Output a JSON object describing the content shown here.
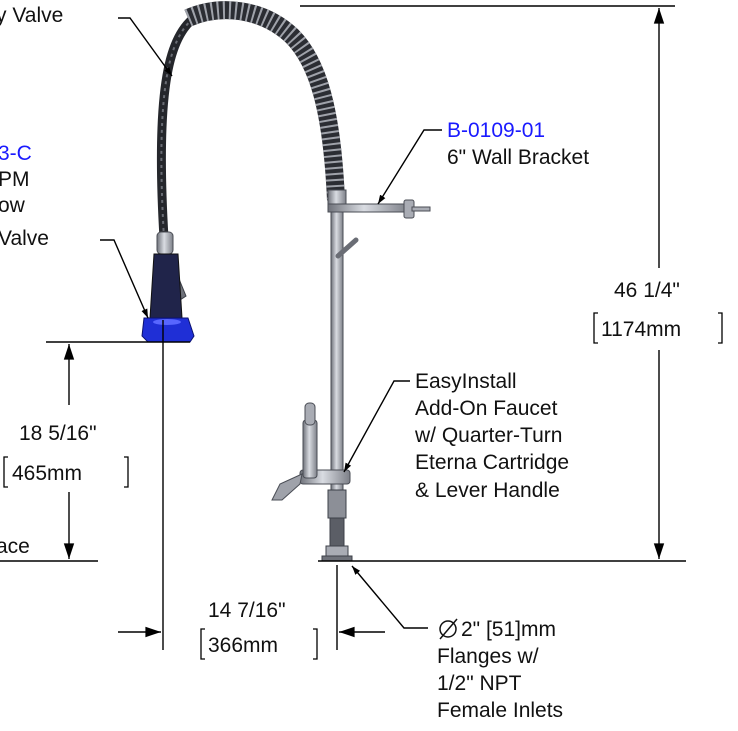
{
  "colors": {
    "accent_blue": "#1a1aff",
    "spray_blue": "#1f2fd6",
    "metal": "#b9bcc4",
    "metal_dark": "#5b5e66"
  },
  "callouts": {
    "valve_top": "y Valve",
    "sprayvalve_model": "3-C",
    "sprayvalve_line2": "PM",
    "sprayvalve_line3": "ow",
    "sprayvalve_line4": "Valve",
    "bracket_model": "B-0109-01",
    "bracket_desc": "6\" Wall Bracket",
    "surface": "ace",
    "faucet_lines": [
      "EasyInstall",
      "Add-On Faucet",
      "w/ Quarter-Turn",
      "Eterna Cartridge",
      "& Lever Handle"
    ],
    "flange_lines": [
      "2\" [51]mm",
      "Flanges w/",
      "1/2\" NPT",
      "Female Inlets"
    ]
  },
  "dimensions": {
    "height_in": "46 1/4\"",
    "height_mm": "1174mm",
    "spray_height_in": "18 5/16\"",
    "spray_height_mm": "465mm",
    "reach_in": "14 7/16\"",
    "reach_mm": "366mm"
  },
  "icons": [
    "diameter-icon"
  ]
}
